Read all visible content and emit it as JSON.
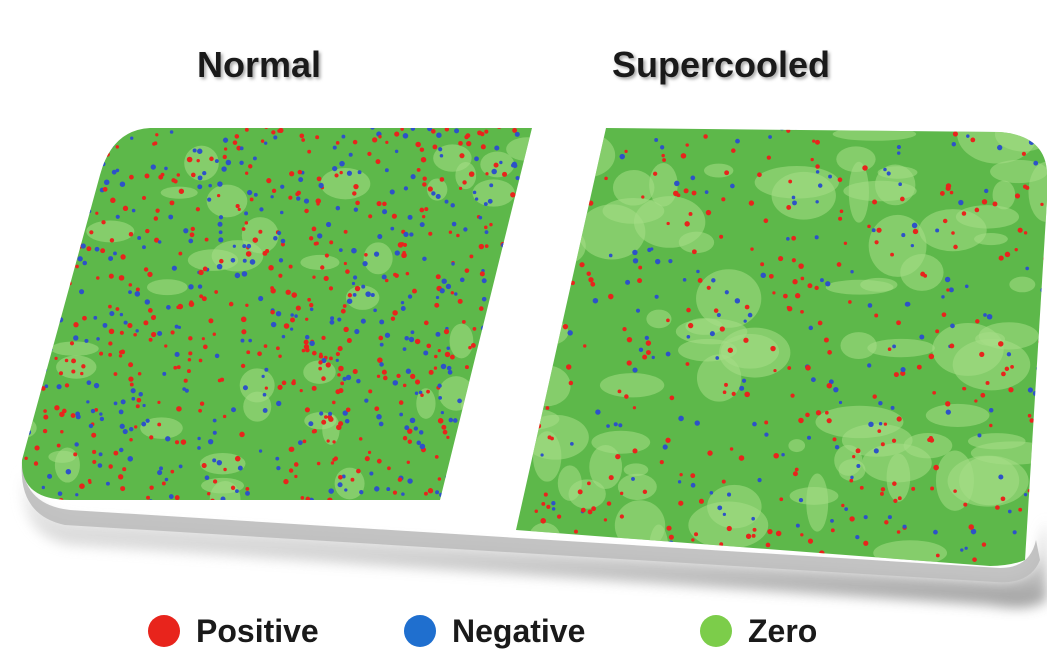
{
  "titles": {
    "normal": "Normal",
    "supercooled": "Supercooled"
  },
  "legend": [
    {
      "label": "Positive",
      "color": "#e8241c"
    },
    {
      "label": "Negative",
      "color": "#1f6fcf"
    },
    {
      "label": "Zero",
      "color": "#7ccd4a"
    }
  ],
  "colors": {
    "background_green": "#5db84a",
    "zero_light": "#a6de86",
    "positive": "#e8241c",
    "negative": "#2d52c8"
  },
  "panels": [
    {
      "name": "Normal",
      "fraction_positive": 0.22,
      "fraction_negative": 0.16,
      "fraction_zero": 0.62
    },
    {
      "name": "Supercooled",
      "fraction_positive": 0.12,
      "fraction_negative": 0.08,
      "fraction_zero": 0.8
    }
  ]
}
